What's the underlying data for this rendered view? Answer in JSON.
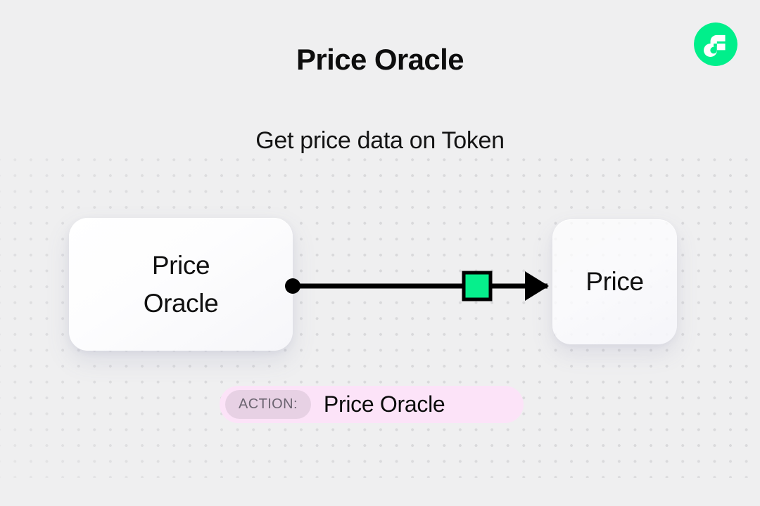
{
  "header": {
    "title": "Price Oracle",
    "subtitle": "Get price data on Token"
  },
  "brand": {
    "logo_icon": "flow-logo-icon",
    "logo_color": "#00ef8b",
    "logo_mark_color": "#ffffff"
  },
  "canvas": {
    "background_color": "#efeff0",
    "dot_color": "#d9d9db",
    "nodes": [
      {
        "id": "source",
        "label": "Price\nOracle",
        "role": "source-node"
      },
      {
        "id": "target",
        "label": "Price",
        "role": "target-node"
      }
    ],
    "connector": {
      "start_handle": "source-port-dot",
      "end_handle": "arrow-head",
      "midpoint_marker": "green-square-marker",
      "line_color": "#000000",
      "marker_color": "#06ef8c",
      "marker_border_color": "#000000"
    }
  },
  "action": {
    "tag_label": "ACTION:",
    "value": "Price Oracle",
    "pill_color": "#fce3f8",
    "tag_color": "#e7d1e4"
  }
}
